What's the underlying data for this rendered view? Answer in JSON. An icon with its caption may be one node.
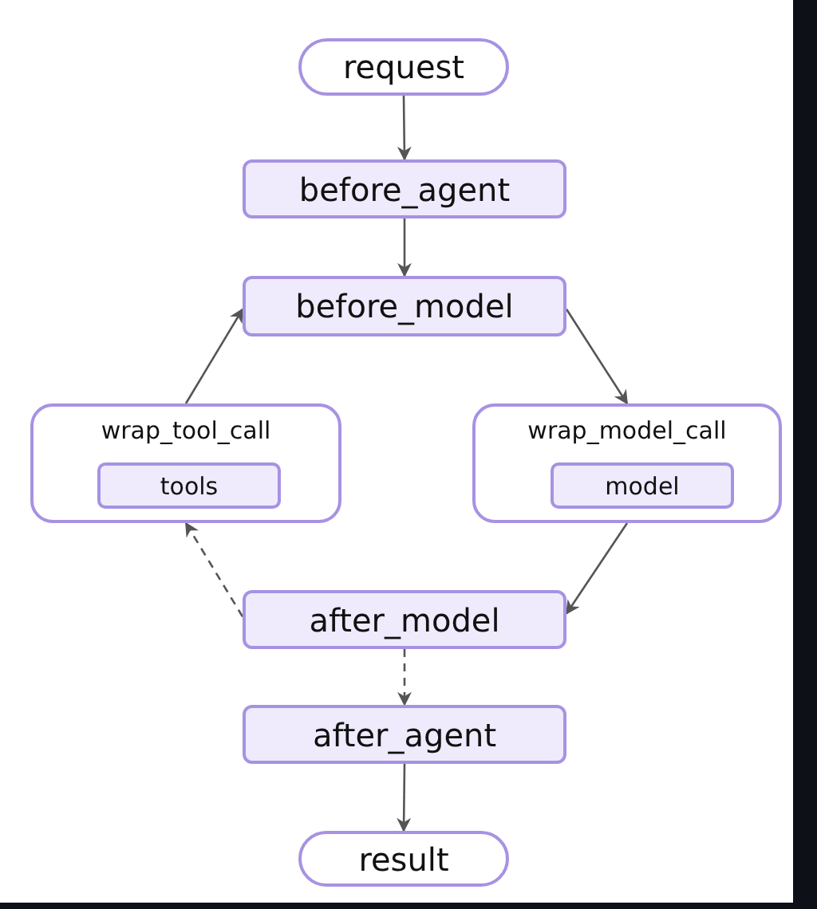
{
  "diagram": {
    "nodes": [
      {
        "text": [
          "request"
        ]
      },
      {
        "text": [
          "before_agent"
        ]
      },
      {
        "text": [
          "before_model"
        ]
      },
      {
        "text": [
          "wrap_tool_call"
        ]
      },
      {
        "text": [
          "tools"
        ],
        "in": 3
      },
      {
        "text": [
          "wrap_model_call"
        ]
      },
      {
        "text": [
          "model"
        ],
        "in": 5
      },
      {
        "text": [
          "after_model"
        ]
      },
      {
        "text": [
          "after_agent"
        ]
      },
      {
        "text": [
          "result"
        ]
      }
    ],
    "edges": [
      {
        "from": 0,
        "to": 1,
        "arrow": "to"
      },
      {
        "from": 1,
        "to": 2,
        "arrow": "to"
      },
      {
        "from": 2,
        "to": 5,
        "arrow": "to"
      },
      {
        "from": 5,
        "to": 7,
        "arrow": "to"
      },
      {
        "from": 7,
        "to": 3,
        "arrow": "to",
        "style": "dashed"
      },
      {
        "from": 3,
        "to": 2,
        "arrow": "to"
      },
      {
        "from": 7,
        "to": 8,
        "arrow": "to",
        "style": "dashed"
      },
      {
        "from": 8,
        "to": 9,
        "arrow": "to"
      }
    ]
  }
}
